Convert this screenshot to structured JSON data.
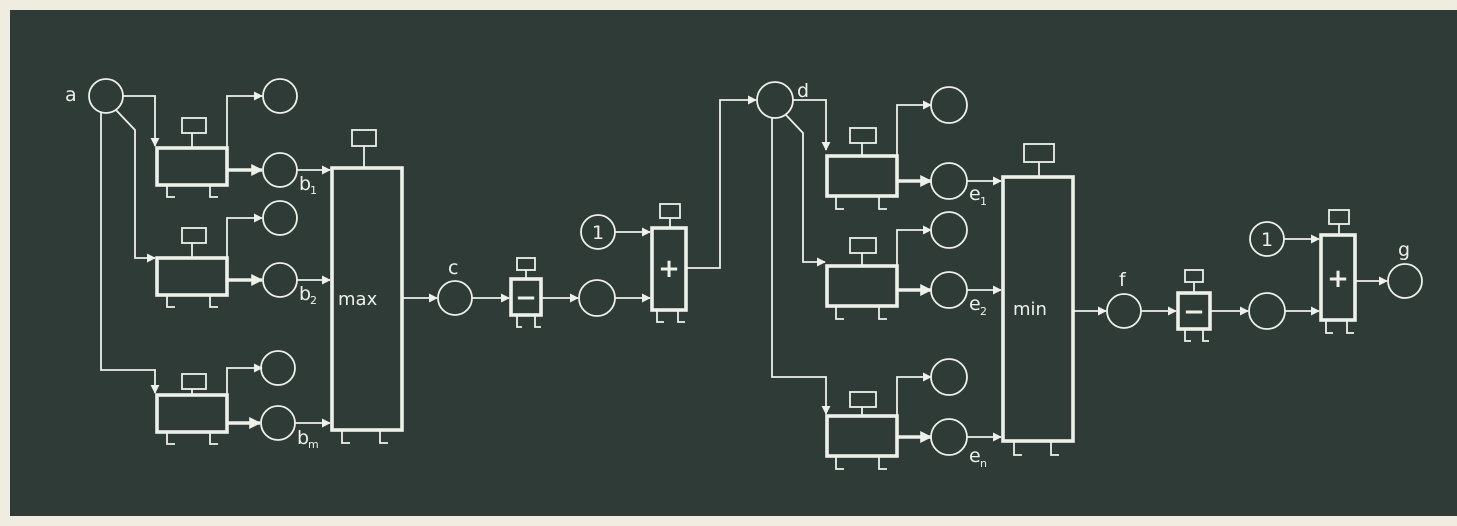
{
  "labels": {
    "a": "a",
    "b": "b",
    "c": "c",
    "d": "d",
    "e": "e",
    "f": "f",
    "g": "g",
    "one": "1",
    "max": "max",
    "min": "min",
    "plus": "+",
    "minus": "−",
    "sub_1": "1",
    "sub_2": "2",
    "sub_m": "m",
    "sub_n": "n"
  },
  "colors": {
    "board": "#2f3b37",
    "ink": "#eef0ea",
    "paper": "#f1ece0"
  }
}
